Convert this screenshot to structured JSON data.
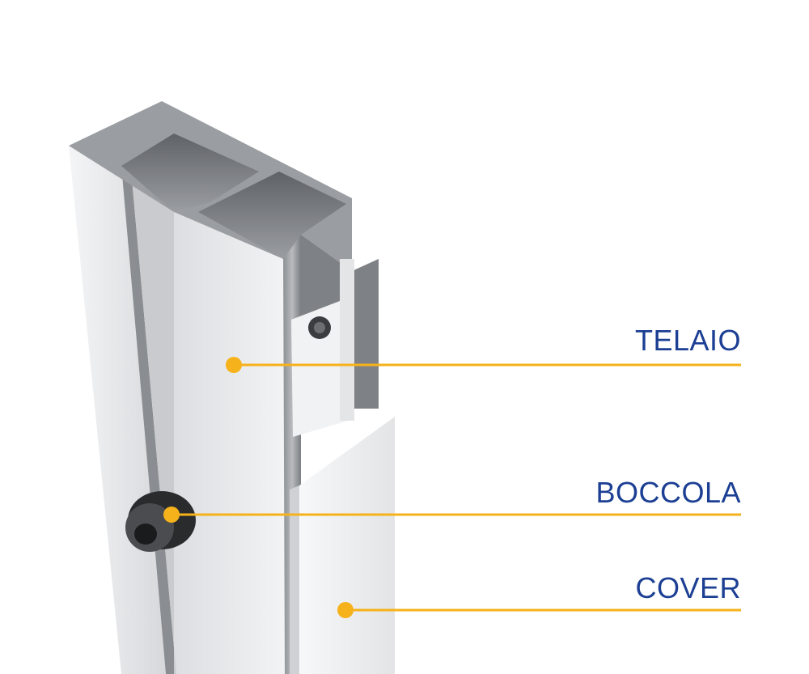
{
  "colors": {
    "label_text": "#1c3f94",
    "leader_line": "#f6b21b",
    "frame_face": "#e9eaec",
    "frame_dark": "#6f7174",
    "background": "#ffffff"
  },
  "callouts": [
    {
      "label": "TELAIO",
      "target": "frame-profile"
    },
    {
      "label": "BOCCOLA",
      "target": "bushing"
    },
    {
      "label": "COVER",
      "target": "cover-strip"
    }
  ]
}
